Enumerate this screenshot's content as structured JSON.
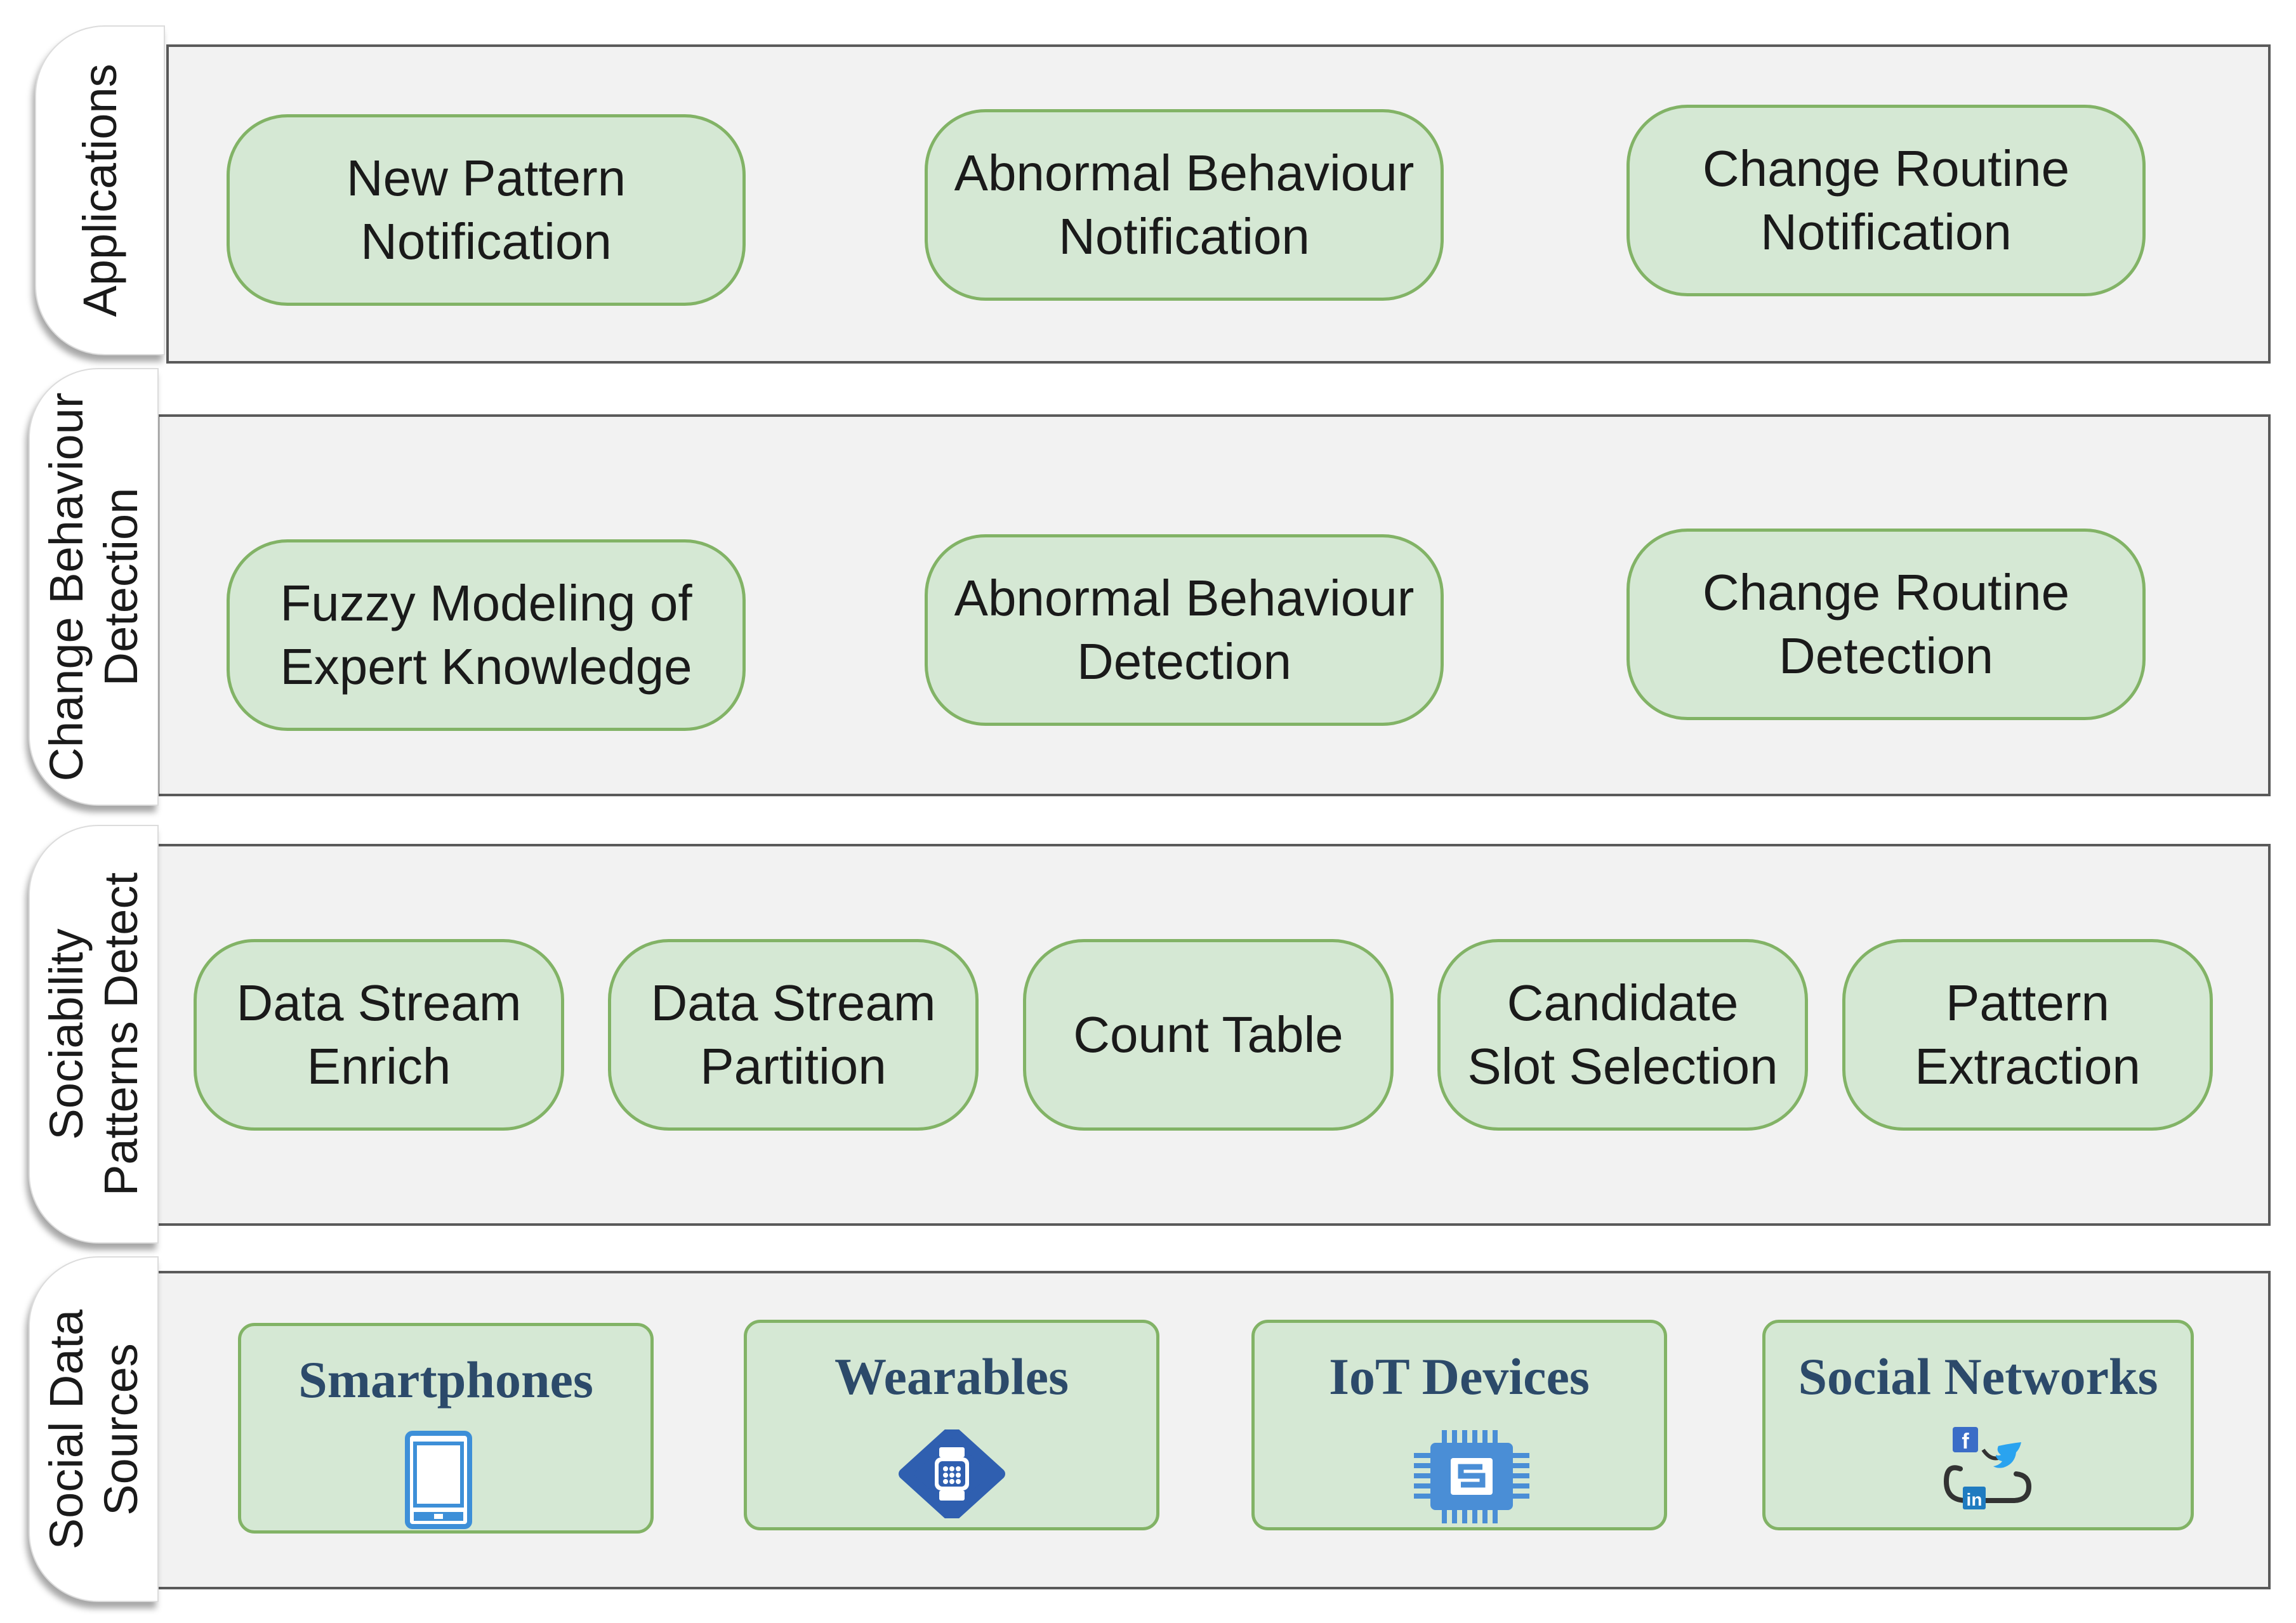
{
  "colors": {
    "layer_fill": "#f2f2f2",
    "layer_border": "#5a5a5a",
    "box_fill": "#d5e8d4",
    "box_border": "#82b366",
    "source_label": "#2c4a6a"
  },
  "layers": {
    "applications": {
      "label": "Applications",
      "boxes": [
        "New Pattern\nNotification",
        "Abnormal Behaviour\nNotification",
        "Change Routine\nNotification"
      ]
    },
    "change_behaviour": {
      "label": "Change Behaviour\nDetection",
      "boxes": [
        "Fuzzy Modeling of\nExpert Knowledge",
        "Abnormal Behaviour\nDetection",
        "Change Routine\nDetection"
      ]
    },
    "sociability": {
      "label": "Sociability\nPatterns Detect",
      "boxes": [
        "Data Stream\nEnrich",
        "Data Stream\nPartition",
        "Count Table",
        "Candidate\nSlot Selection",
        "Pattern\nExtraction"
      ]
    },
    "social_sources": {
      "label": "Social Data\nSources",
      "sources": [
        {
          "label": "Smartphones",
          "icon": "smartphone-icon"
        },
        {
          "label": "Wearables",
          "icon": "smartwatch-icon"
        },
        {
          "label": "IoT Devices",
          "icon": "chip-icon"
        },
        {
          "label": "Social Networks",
          "icon": "social-cloud-icon"
        }
      ]
    }
  }
}
